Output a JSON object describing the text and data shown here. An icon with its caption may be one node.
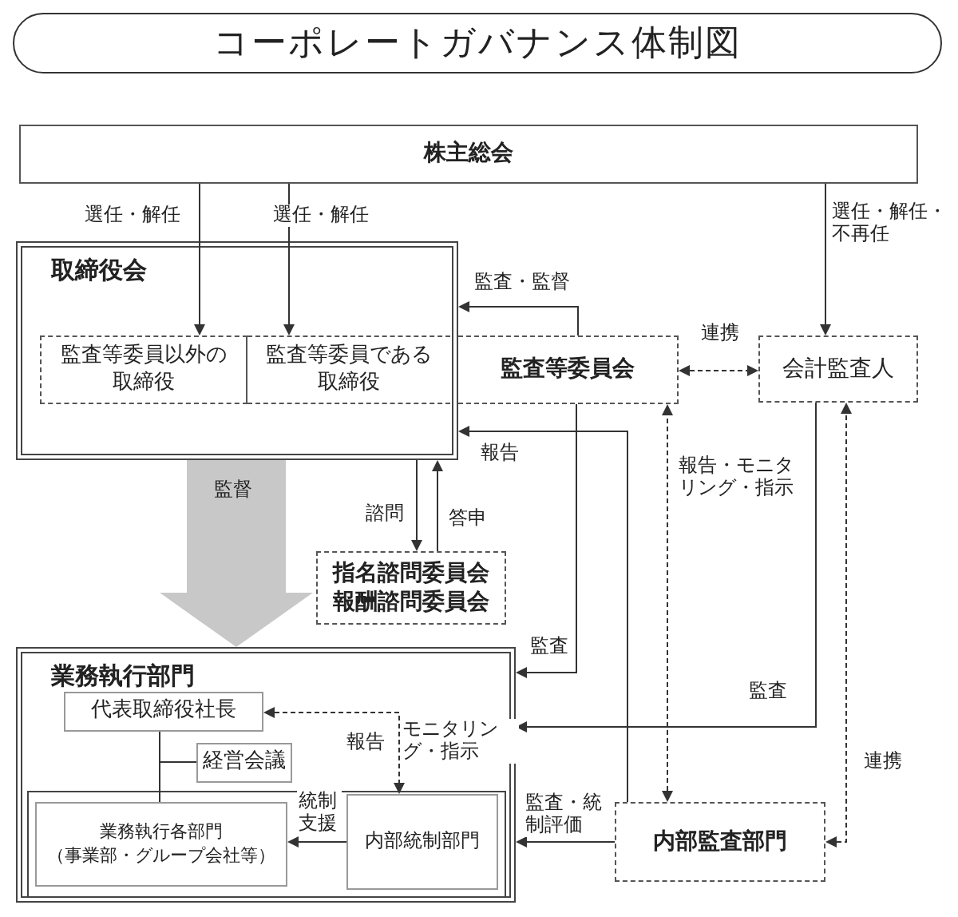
{
  "diagram": {
    "title": "コーポレートガバナンス体制図",
    "nodes": [
      {
        "text": [
          "株主総会"
        ]
      },
      {
        "text": [
          "取締役会"
        ]
      },
      {
        "text": [
          "監査等委員以外の取締役"
        ],
        "in": 1
      },
      {
        "text": [
          "監査等委員である取締役"
        ],
        "in": 1
      },
      {
        "text": [
          "監査等委員会"
        ]
      },
      {
        "text": [
          "会計監査人"
        ]
      },
      {
        "text": [
          "指名諮問委員会",
          "報酬諮問委員会"
        ]
      },
      {
        "text": [
          "業務執行部門"
        ]
      },
      {
        "text": [
          "代表取締役社長"
        ],
        "in": 7
      },
      {
        "text": [
          "経営会議"
        ],
        "in": 7
      },
      {
        "text": [],
        "shape": "box",
        "in": 7
      },
      {
        "text": [
          "業務執行各部門",
          "（事業部・グループ会社等）"
        ],
        "in": 10
      },
      {
        "text": [
          "内部統制部門"
        ],
        "in": 10
      },
      {
        "text": [
          "内部監査部門"
        ]
      }
    ],
    "edges": [
      {
        "from": 0,
        "to": 2,
        "arrow": "to",
        "label": "選任・解任"
      },
      {
        "from": 0,
        "to": 3,
        "arrow": "to",
        "label": "選任・解任"
      },
      {
        "from": 0,
        "to": 5,
        "arrow": "to",
        "label": "選任・解任・不再任"
      },
      {
        "from": 4,
        "to": 1,
        "arrow": "to",
        "label": "監査・監督"
      },
      {
        "from": 4,
        "to": 5,
        "arrow": "both",
        "label": "連携",
        "style": "dashed"
      },
      {
        "from": 13,
        "to": 1,
        "arrow": "to",
        "label": "報告"
      },
      {
        "from": 1,
        "to": 6,
        "arrow": "to",
        "label": "諮問"
      },
      {
        "from": 6,
        "to": 1,
        "arrow": "to",
        "label": "答申"
      },
      {
        "from": 4,
        "to": 7,
        "arrow": "to",
        "label": "監査"
      },
      {
        "from": 13,
        "to": 4,
        "arrow": "both",
        "label": "報告・モニタリング・指示",
        "style": "dashed"
      },
      {
        "from": 5,
        "to": 7,
        "arrow": "to",
        "label": "監査"
      },
      {
        "from": 13,
        "to": 5,
        "arrow": "both",
        "label": "連携",
        "style": "dashed"
      },
      {
        "from": 13,
        "to": 7,
        "arrow": "to",
        "label": "監査・統制評価"
      },
      {
        "from": 8,
        "to": 12,
        "arrow": "both",
        "label": "報告",
        "style": "dashed"
      },
      {
        "from": 8,
        "to": 11,
        "arrow": "none"
      },
      {
        "from": 8,
        "to": 9,
        "arrow": "none"
      },
      {
        "from": 12,
        "to": 11,
        "arrow": "to",
        "label": "統制支援"
      },
      {
        "from": 1,
        "to": 7,
        "arrow": "to",
        "label": "監督",
        "style": "thick",
        "color": "#c8c8c8"
      }
    ],
    "labels": [
      "モニタリング・指示"
    ]
  }
}
